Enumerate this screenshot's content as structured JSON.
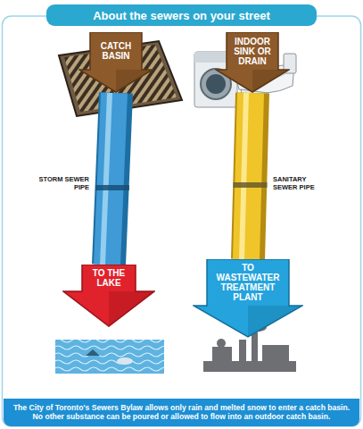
{
  "diagram": {
    "title": "About the sewers on your street",
    "caption": "The City of Toronto's Sewers Bylaw allows only rain and melted snow to enter a catch basin. No other substance can be poured or allowed to flow into an outdoor catch basin.",
    "nodes": [
      {
        "text": [
          "CATCH BASIN"
        ]
      },
      {
        "text": [
          "INDOOR SINK OR DRAIN"
        ]
      },
      {
        "text": [
          "TO THE LAKE"
        ]
      },
      {
        "text": [
          "TO WASTEWATER TREATMENT PLANT"
        ]
      }
    ],
    "edges": [
      {
        "from": 0,
        "to": 2,
        "arrow": "none"
      },
      {
        "from": 1,
        "to": 3,
        "arrow": "none"
      }
    ],
    "labels": [
      "STORM SEWER PIPE",
      "SANITARY SEWER PIPE"
    ]
  }
}
